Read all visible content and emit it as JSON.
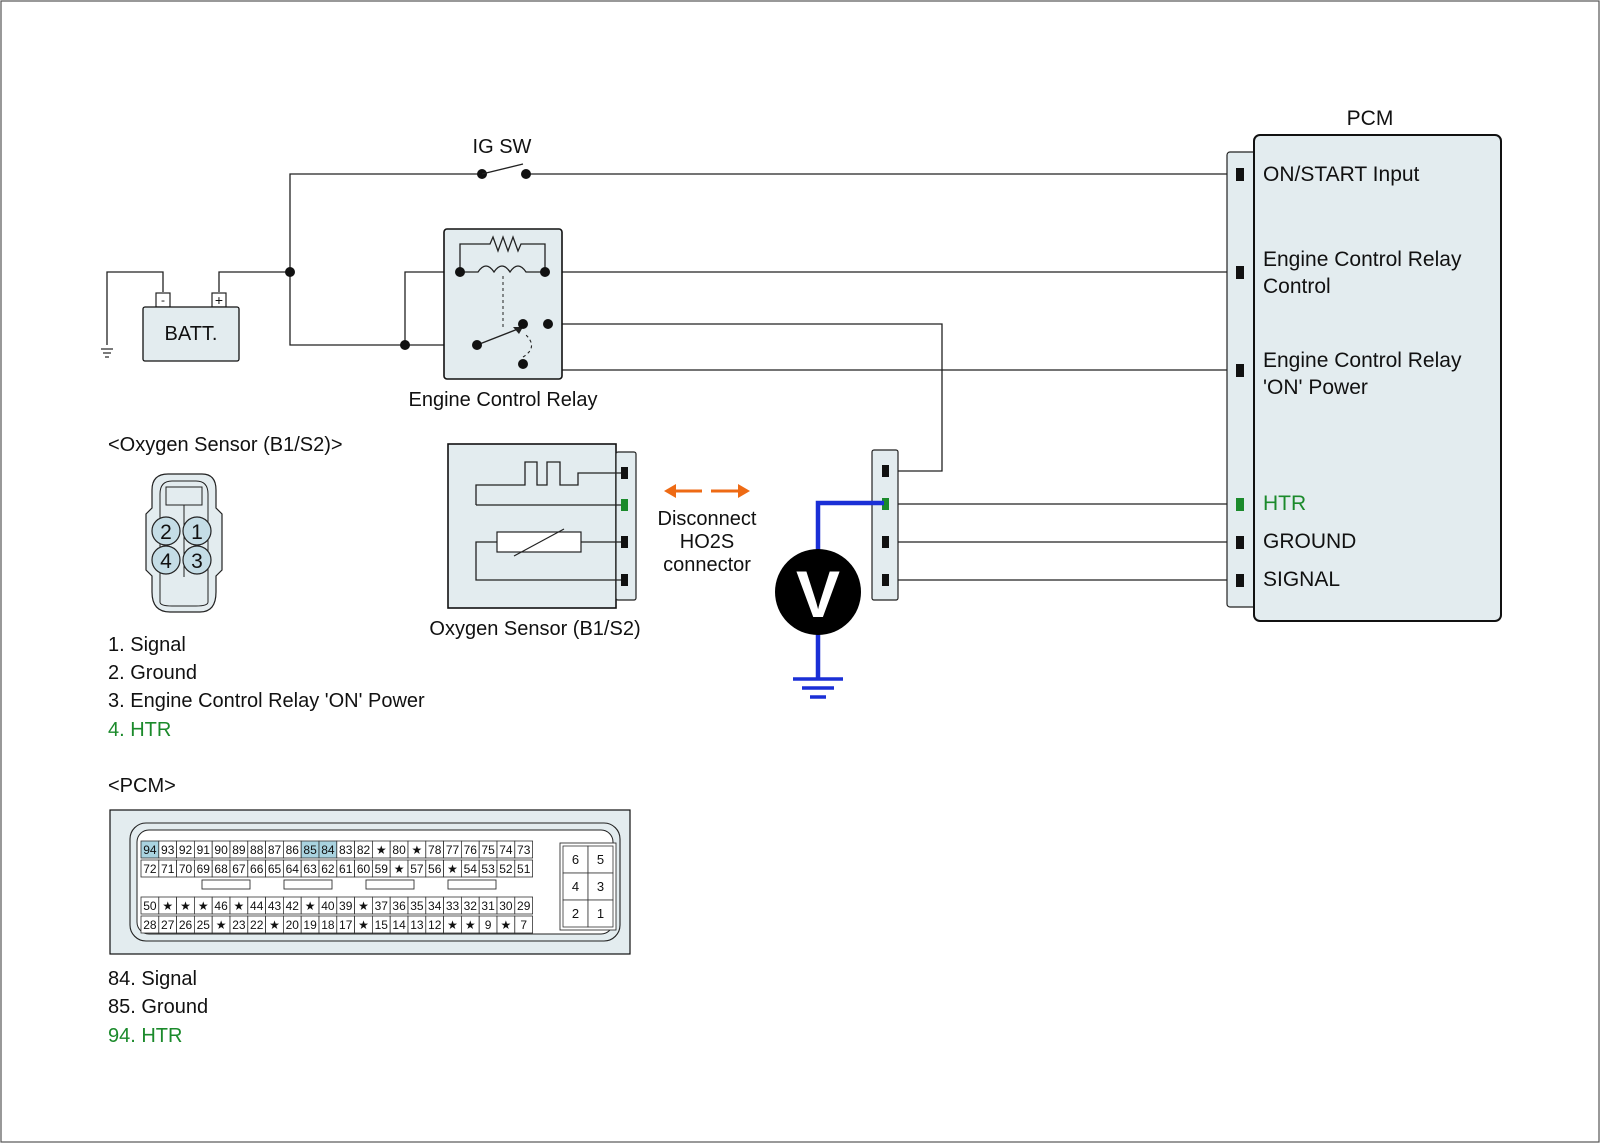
{
  "ig_switch": "IG SW",
  "battery": {
    "label": "BATT.",
    "neg": "-",
    "pos": "+"
  },
  "relay_label": "Engine Control Relay",
  "pcm_title": "PCM",
  "pcm_pins": [
    "ON/START Input",
    "Engine Control Relay",
    "Control",
    "Engine Control Relay",
    "'ON' Power",
    "HTR",
    "GROUND",
    "SIGNAL"
  ],
  "disconnect_note": [
    "Disconnect",
    "HO2S",
    "connector"
  ],
  "voltmeter": "V",
  "o2_sensor_label": "Oxygen Sensor (B1/S2)",
  "o2_connector_title": "<Oxygen Sensor (B1/S2)>",
  "o2_pin_numbers": [
    "2",
    "1",
    "4",
    "3"
  ],
  "o2_pin_list": [
    "1. Signal",
    "2. Ground",
    "3. Engine Control Relay 'ON' Power",
    "4. HTR"
  ],
  "pcm_connector_title": "<PCM>",
  "pcm_rows": [
    [
      "94",
      "93",
      "92",
      "91",
      "90",
      "89",
      "88",
      "87",
      "86",
      "85",
      "84",
      "83",
      "82",
      "★",
      "80",
      "★",
      "78",
      "77",
      "76",
      "75",
      "74",
      "73"
    ],
    [
      "72",
      "71",
      "70",
      "69",
      "68",
      "67",
      "66",
      "65",
      "64",
      "63",
      "62",
      "61",
      "60",
      "59",
      "★",
      "57",
      "56",
      "★",
      "54",
      "53",
      "52",
      "51"
    ],
    [
      "50",
      "★",
      "★",
      "★",
      "46",
      "★",
      "44",
      "43",
      "42",
      "★",
      "40",
      "39",
      "★",
      "37",
      "36",
      "35",
      "34",
      "33",
      "32",
      "31",
      "30",
      "29"
    ],
    [
      "28",
      "27",
      "26",
      "25",
      "★",
      "23",
      "22",
      "★",
      "20",
      "19",
      "18",
      "17",
      "★",
      "15",
      "14",
      "13",
      "12",
      "★",
      "★",
      "9",
      "★",
      "7"
    ]
  ],
  "pcm_highlight": [
    "94",
    "85",
    "84"
  ],
  "pcm_side_block": [
    [
      "6",
      "5"
    ],
    [
      "4",
      "3"
    ],
    [
      "2",
      "1"
    ]
  ],
  "pcm_pin_list": [
    "84. Signal",
    "85. Ground",
    "94. HTR"
  ],
  "colors": {
    "htr_green": "#1b8a2b",
    "meter_wire": "#1a2fd6",
    "arrow_orange": "#ee6a14",
    "panel_fill": "#e3ecef",
    "pin_highlight": "#a9d3e0"
  }
}
